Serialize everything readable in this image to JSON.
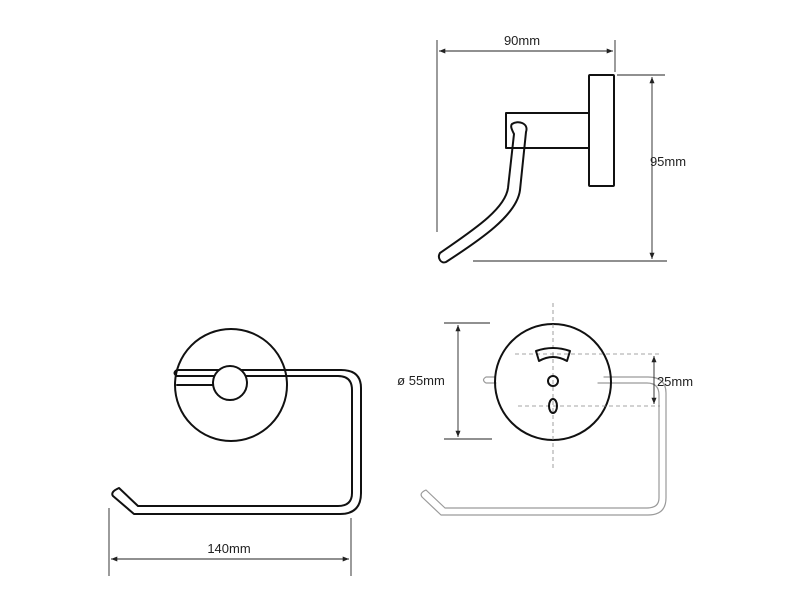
{
  "dimensions": {
    "depth": "90mm",
    "height": "95mm",
    "diameter": "ø 55mm",
    "offset": "25mm",
    "width": "140mm"
  },
  "colors": {
    "line": "#111111",
    "dimension_line": "#222222",
    "hidden_line": "#888888",
    "background": "#ffffff"
  }
}
